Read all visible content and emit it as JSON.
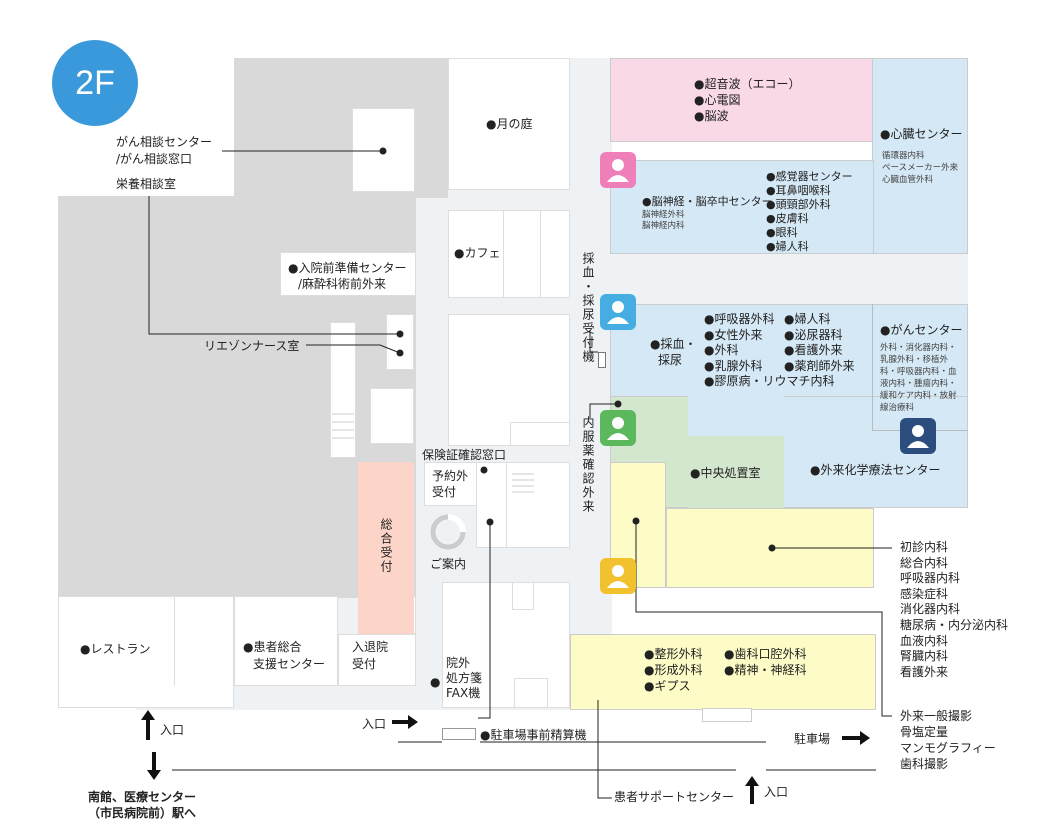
{
  "floor": "2F",
  "areas": {
    "tsuki_no_niwa": "●月の庭",
    "gan_soudan": [
      "がん相談センター",
      "/がん相談窓口"
    ],
    "eiyou": "栄養相談室",
    "cafe": "●カフェ",
    "nyuin_junbi": [
      "●入院前準備センター",
      "/麻酔科術前外来"
    ],
    "liaison": "リエゾンナース室",
    "hoken": "保険証確認窓口",
    "yoyakugai": [
      "予約外",
      "受付"
    ],
    "sougou_uketsuke": "総合受付",
    "goannai": "ご案内",
    "restaurant": "●レストラン",
    "kanja_sougou": [
      "●患者総合",
      "支援センター"
    ],
    "nyutai": [
      "入退院",
      "受付"
    ],
    "ingai": [
      "院外",
      "処方箋",
      "FAX機"
    ],
    "parking_pay": "●駐車場事前精算機",
    "patient_support": "患者サポートセンター",
    "chuo_shochi": "●中央処置室",
    "gairai_kagaku": "●外来化学療法センター",
    "saiketsu_vert": "採血・採尿受付機",
    "saiketsu_room": [
      "●採血・",
      "採尿"
    ],
    "naifuku": "内服薬確認外来"
  },
  "departments": {
    "echo": [
      "●超音波（エコー）",
      "●心電図",
      "●脳波"
    ],
    "heart": {
      "title": "●心臓センター",
      "subs": [
        "循環器内科",
        "ペースメーカー外来",
        "心臓血管外科"
      ]
    },
    "brain": {
      "title": "●脳神経・脳卒中センター",
      "subs": [
        "脳神経外科",
        "脳神経内科"
      ]
    },
    "sensory": [
      "●感覚器センター",
      "●耳鼻咽喉科",
      "●頭頸部外科",
      "●皮膚科",
      "●眼科",
      "●婦人科"
    ],
    "block_left": [
      "●呼吸器外科",
      "●女性外来",
      "●外科",
      "●乳腺外科",
      "●膠原病・リウマチ内科"
    ],
    "block_right": [
      "●婦人科",
      "●泌尿器科",
      "●看護外来",
      "●薬剤師外来"
    ],
    "cancer": {
      "title": "●がんセンター",
      "subs": [
        "外科・消化器内科・",
        "乳腺外科・移植外",
        "科・呼吸器内科・血",
        "液内科・腫瘍内科・",
        "緩和ケア内科・放射",
        "線治療科"
      ]
    },
    "internal_list": [
      "初診内科",
      "総合内科",
      "呼吸器内科",
      "感染症科",
      "消化器内科",
      "糖尿病・内分泌内科",
      "血液内科",
      "腎臓内科",
      "看護外来"
    ],
    "imaging_list": [
      "外来一般撮影",
      "骨塩定量",
      "マンモグラフィー",
      "歯科撮影"
    ],
    "ortho": [
      "●整形外科",
      "●形成外科",
      "●ギプス"
    ],
    "dental": [
      "●歯科口腔外科",
      "●精神・神経科"
    ]
  },
  "nav": {
    "entrance": "入口",
    "parking": "駐車場",
    "south": [
      "南館、医療センター",
      "（市民病院前）駅へ"
    ]
  },
  "colors": {
    "badge": "#3a99db",
    "pink_room": "#f9d9e8",
    "blue_room": "#d5e8f5",
    "green_room": "#d3e7cf",
    "yellow_room": "#fdfcc6",
    "salmon_room": "#fcd5c8",
    "gray_area": "#d9d9d9",
    "corridor": "#eef2f4",
    "icon_pink": "#ee7fb8",
    "icon_blue": "#45ade1",
    "icon_green": "#5cb85c",
    "icon_yellow": "#f2c12e",
    "icon_navy": "#2c4e7f"
  },
  "icons": [
    "person-icon-pink",
    "person-icon-blue",
    "person-icon-green",
    "person-icon-yellow",
    "person-icon-navy",
    "arrow-up-icon",
    "arrow-down-icon",
    "arrow-right-icon"
  ]
}
